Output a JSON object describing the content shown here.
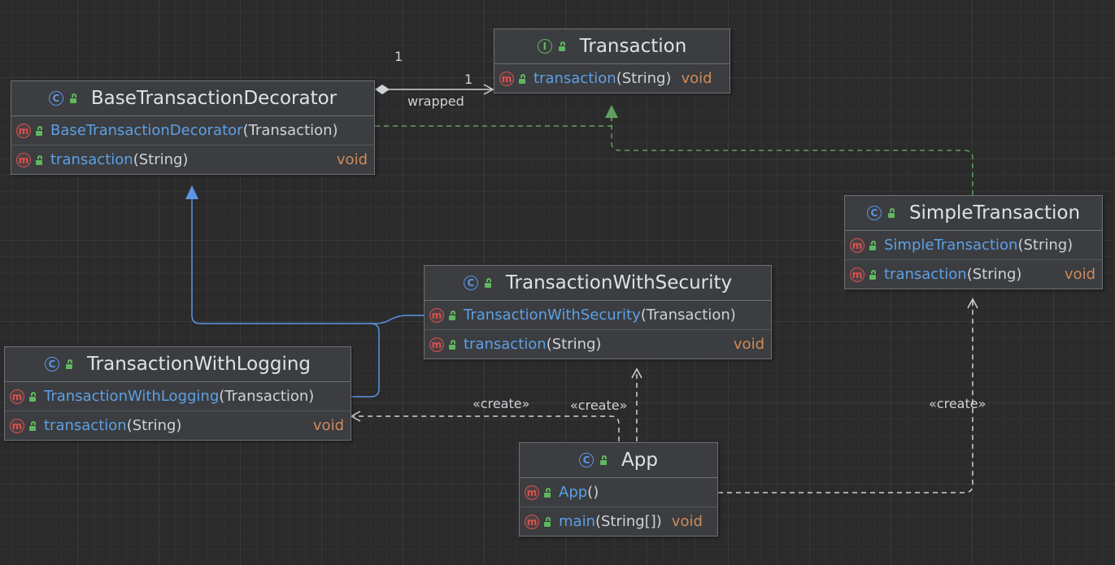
{
  "colors": {
    "background": "#2b2b2b",
    "node_fill": "#3b3d40",
    "method_name": "#5ea0e6",
    "return_type": "#d08a5a",
    "inheritance": "#5c95e6",
    "implementation": "#5fa05f",
    "dependency": "#cfd2d6"
  },
  "nodes": {
    "transaction": {
      "kind": "interface",
      "kind_glyph": "I",
      "name": "Transaction",
      "methods": [
        {
          "name": "transaction",
          "params": "(String)",
          "ret": "void"
        }
      ]
    },
    "base": {
      "kind": "class",
      "kind_glyph": "C",
      "name": "BaseTransactionDecorator",
      "methods": [
        {
          "name": "BaseTransactionDecorator",
          "params": "(Transaction)",
          "ret": ""
        },
        {
          "name": "transaction",
          "params": "(String)",
          "ret": "void"
        }
      ]
    },
    "simple": {
      "kind": "class",
      "kind_glyph": "C",
      "name": "SimpleTransaction",
      "methods": [
        {
          "name": "SimpleTransaction",
          "params": "(String)",
          "ret": ""
        },
        {
          "name": "transaction",
          "params": "(String)",
          "ret": "void"
        }
      ]
    },
    "security": {
      "kind": "class",
      "kind_glyph": "C",
      "name": "TransactionWithSecurity",
      "methods": [
        {
          "name": "TransactionWithSecurity",
          "params": "(Transaction)",
          "ret": ""
        },
        {
          "name": "transaction",
          "params": "(String)",
          "ret": "void"
        }
      ]
    },
    "logging": {
      "kind": "class",
      "kind_glyph": "C",
      "name": "TransactionWithLogging",
      "methods": [
        {
          "name": "TransactionWithLogging",
          "params": "(Transaction)",
          "ret": ""
        },
        {
          "name": "transaction",
          "params": "(String)",
          "ret": "void"
        }
      ]
    },
    "app": {
      "kind": "class",
      "kind_glyph": "C",
      "name": "App",
      "methods": [
        {
          "name": "App",
          "params": "()",
          "ret": ""
        },
        {
          "name": "main",
          "params": "(String[])",
          "ret": "void"
        }
      ]
    }
  },
  "method_glyph": "m",
  "edge_labels": {
    "wrapped": "wrapped",
    "mult_source": "1",
    "mult_target": "1",
    "create_logging": "«create»",
    "create_security": "«create»",
    "create_simple": "«create»"
  }
}
